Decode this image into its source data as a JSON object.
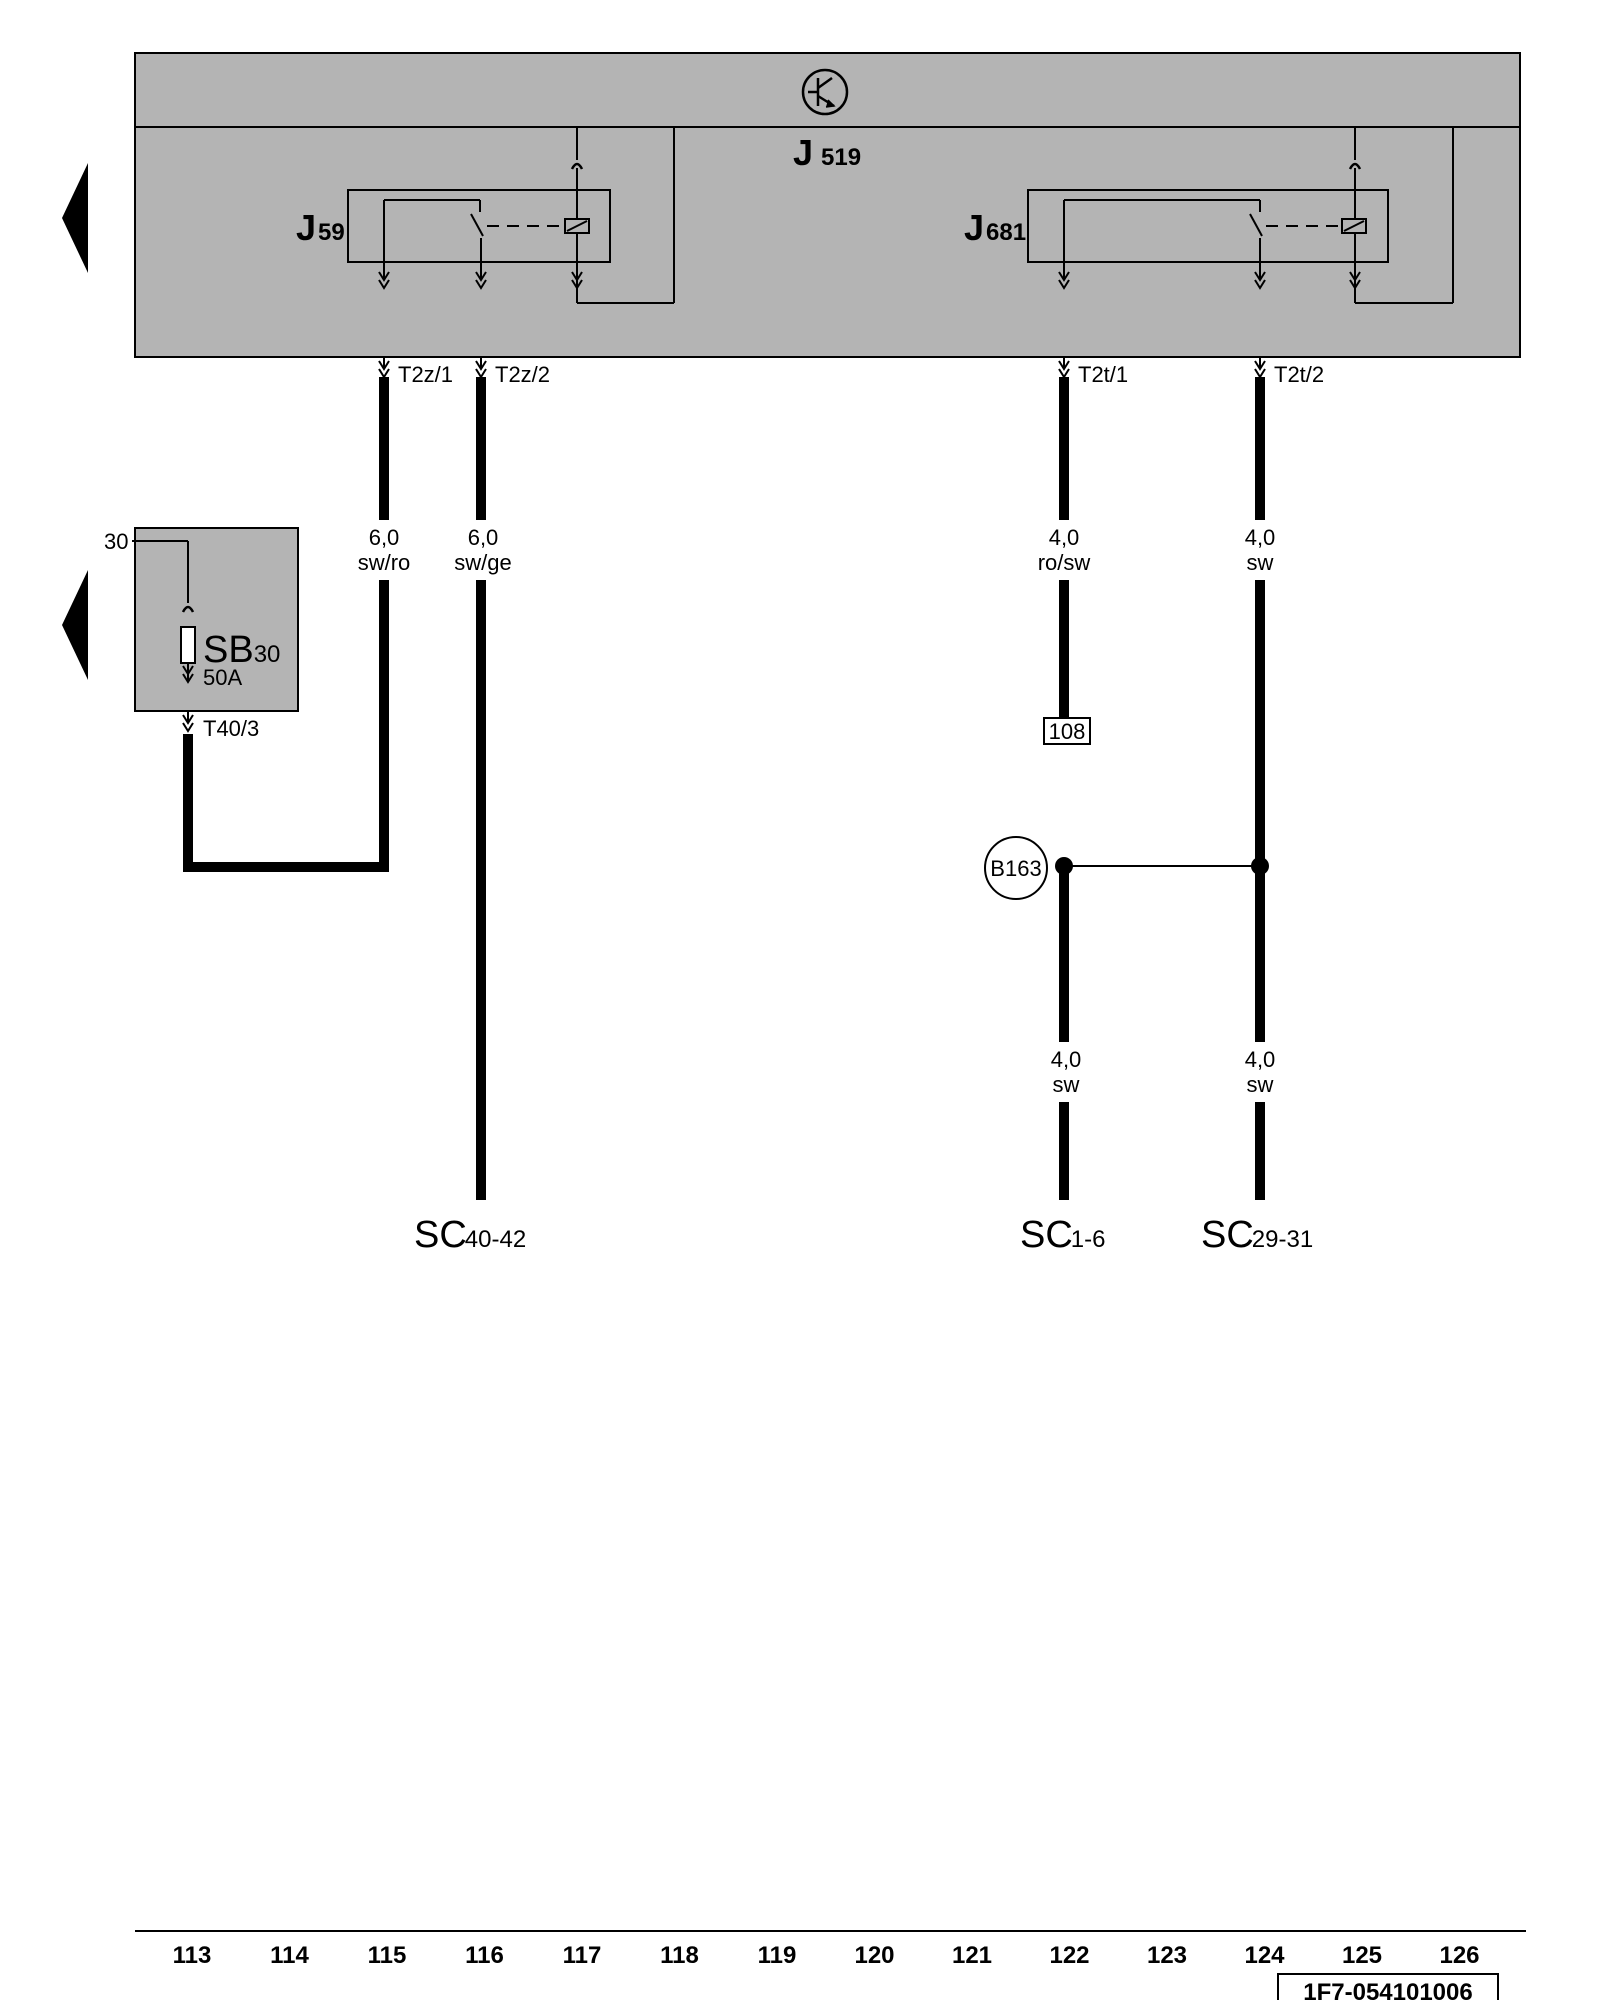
{
  "control_unit": {
    "name": "J",
    "number": "519"
  },
  "relays": [
    {
      "name": "J",
      "number": "59"
    },
    {
      "name": "J",
      "number": "681"
    }
  ],
  "fuse": {
    "terminal": "30",
    "name": "SB",
    "number": "30",
    "rating": "50A",
    "connector": "T40/3"
  },
  "connectors": [
    "T2z/1",
    "T2z/2",
    "T2t/1",
    "T2t/2"
  ],
  "wires": [
    {
      "size": "6,0",
      "color": "sw/ro"
    },
    {
      "size": "6,0",
      "color": "sw/ge"
    },
    {
      "size": "4,0",
      "color": "ro/sw"
    },
    {
      "size": "4,0",
      "color": "sw"
    },
    {
      "size": "4,0",
      "color": "sw"
    },
    {
      "size": "4,0",
      "color": "sw"
    }
  ],
  "reference_box": "108",
  "splice": "B163",
  "destinations": [
    {
      "name": "SC",
      "range": "40-42"
    },
    {
      "name": "SC",
      "range": "1-6"
    },
    {
      "name": "SC",
      "range": "29-31"
    }
  ],
  "grid_columns": [
    "113",
    "114",
    "115",
    "116",
    "117",
    "118",
    "119",
    "120",
    "121",
    "122",
    "123",
    "124",
    "125",
    "126"
  ],
  "document_code": "1F7-054101006"
}
